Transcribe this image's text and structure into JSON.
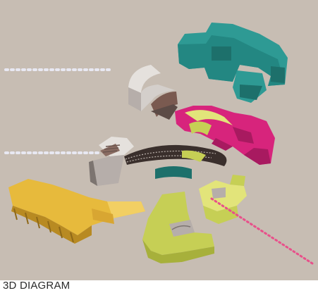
{
  "caption": "3D DIAGRAM",
  "colors": {
    "background": "#c7bdb3",
    "teal": "#2e9a94",
    "teal_dark": "#1d706b",
    "magenta": "#d7247c",
    "magenta_dark": "#a81a60",
    "lime": "#c6cf55",
    "lime_light": "#e2e47a",
    "gold": "#e7ba3c",
    "gold_dark": "#b88a22",
    "grey_light": "#e5e1dd",
    "grey_mid": "#b6aeaa",
    "grey_dark": "#7c7470",
    "brown": "#7a5a50",
    "stripe": "#5c4b46",
    "dotted_grey": "#e8e8f2",
    "dotted_pink": "#e8508a"
  },
  "parts": [
    "teal-ring-block",
    "grey-cylinder",
    "magenta-ring-block",
    "grey-stair-block",
    "striped-ring",
    "teal-arc",
    "gold-block",
    "lime-block",
    "lime-small-block"
  ]
}
